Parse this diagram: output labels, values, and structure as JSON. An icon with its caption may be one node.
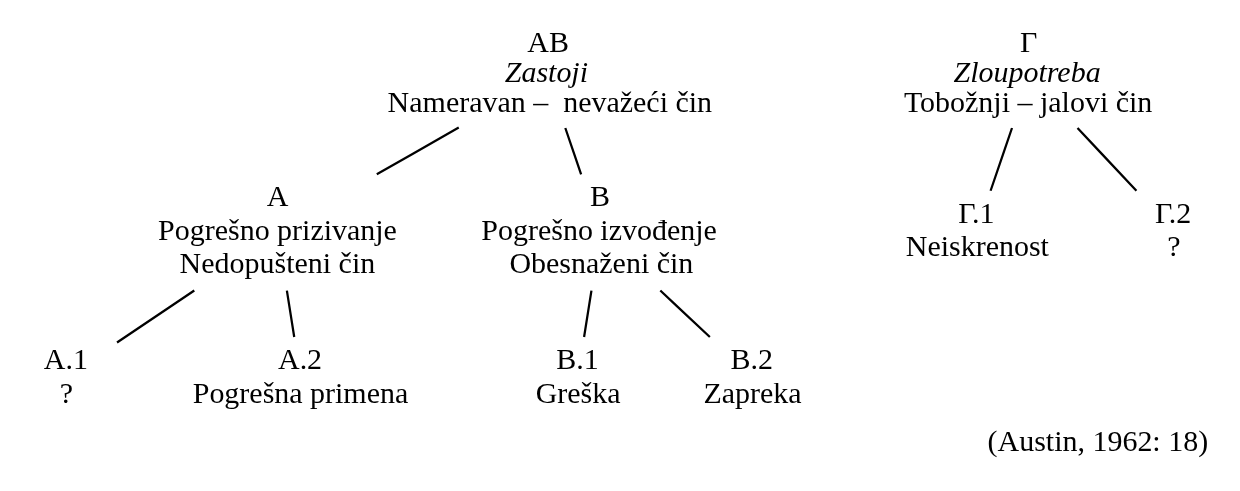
{
  "diagram": {
    "caption": "(Austin, 1962: 18)",
    "nodes": [
      {
        "text": [
          "AB",
          "Zastoji",
          "Nameravan –  nevažeći čin"
        ]
      },
      {
        "text": [
          "A",
          "Pogrešno prizivanje",
          "Nedopušteni čin"
        ]
      },
      {
        "text": [
          "B",
          "Pogrešno izvođenje",
          "Obesnaženi čin"
        ]
      },
      {
        "text": [
          "A.1",
          "?"
        ]
      },
      {
        "text": [
          "A.2",
          "Pogrešna primena"
        ]
      },
      {
        "text": [
          "B.1",
          "Greška"
        ]
      },
      {
        "text": [
          "B.2",
          "Zapreka"
        ]
      },
      {
        "text": [
          "Γ",
          "Zloupotreba",
          "Tobožnji – jalovi čin"
        ]
      },
      {
        "text": [
          "Γ.1",
          "Neiskrenost"
        ]
      },
      {
        "text": [
          "Γ.2",
          "?"
        ]
      }
    ],
    "edges": [
      {
        "from": 0,
        "to": 1,
        "arrow": "none"
      },
      {
        "from": 0,
        "to": 2,
        "arrow": "none"
      },
      {
        "from": 1,
        "to": 3,
        "arrow": "none"
      },
      {
        "from": 1,
        "to": 4,
        "arrow": "none"
      },
      {
        "from": 2,
        "to": 5,
        "arrow": "none"
      },
      {
        "from": 2,
        "to": 6,
        "arrow": "none"
      },
      {
        "from": 7,
        "to": 8,
        "arrow": "none"
      },
      {
        "from": 7,
        "to": 9,
        "arrow": "none"
      }
    ]
  }
}
